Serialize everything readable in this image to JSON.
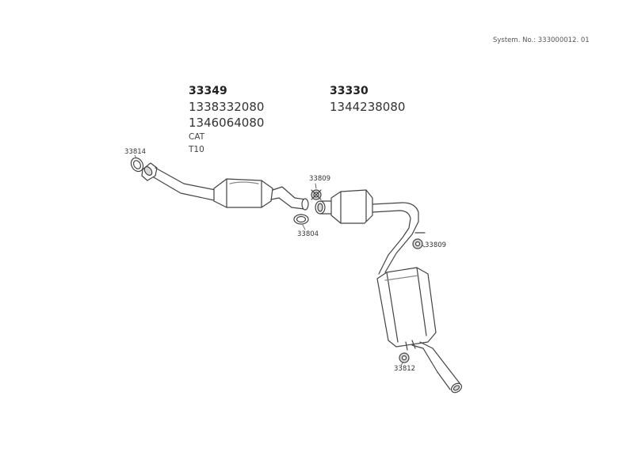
{
  "system_no": "System. No.: 333000012. 01",
  "groups": [
    {
      "head": "33349",
      "lines": [
        "1338332080",
        "1346064080"
      ],
      "extra": [
        "CAT",
        "T10"
      ]
    },
    {
      "head": "33330",
      "lines": [
        "1344238080"
      ],
      "extra": []
    }
  ],
  "callouts": {
    "gasket_front": "33814",
    "clamp_mid": "33809",
    "gasket_mid": "33804",
    "hanger_right": "33809",
    "hanger_rear": "33812"
  },
  "colors": {
    "line": "#444444",
    "fill": "#ffffff",
    "shade": "#d8d8d8"
  }
}
